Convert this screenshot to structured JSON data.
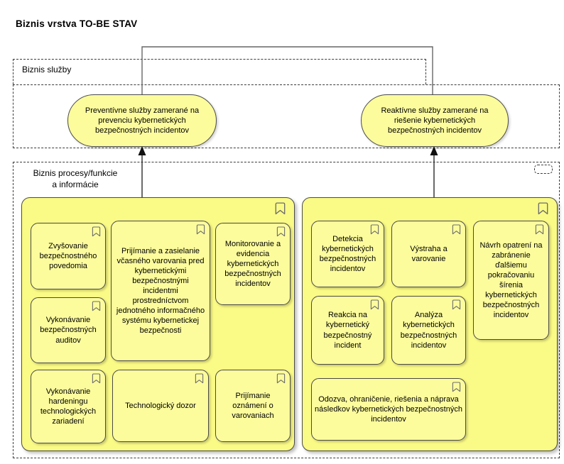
{
  "page_title": "Biznis vrstva TO-BE STAV",
  "colors": {
    "shape_fill": "#FCFC9D",
    "group_fill": "#FAFA86",
    "shape_border": "#4A4A4A",
    "connector": "#666666"
  },
  "icons": {
    "process_badge": "bookmark-icon",
    "grouping_badge": "dashed-rounded-rect-icon"
  },
  "services_layer": {
    "label": "Biznis služby",
    "services": [
      {
        "label": "Preventívne služby zamerané na prevenciu kybernetických bezpečnostných incidentov"
      },
      {
        "label": "Reaktívne služby zamerané na riešenie kybernetických bezpečnostných incidentov"
      }
    ]
  },
  "processes_layer": {
    "label": "Biznis procesy/funkcie\na informácie",
    "groups": [
      {
        "name": "preventive-processes",
        "processes": [
          {
            "label": "Zvyšovanie bezpečnostného povedomia"
          },
          {
            "label": "Prijímanie a zasielanie včasného varovania pred kybernetickými bezpečnostnými incidentmi prostredníctvom jednotného informačného systému kybernetickej bezpečnosti"
          },
          {
            "label": "Monitorovanie a evidencia kybernetických bezpečnostných incidentov"
          },
          {
            "label": "Vykonávanie bezpečnostných auditov"
          },
          {
            "label": "Vykonávanie hardeningu technologických zariadení"
          },
          {
            "label": "Technologický dozor"
          },
          {
            "label": "Prijímanie oznámení o varovaniach"
          }
        ]
      },
      {
        "name": "reactive-processes",
        "processes": [
          {
            "label": "Detekcia kybernetických bezpečnostných incidentov"
          },
          {
            "label": "Výstraha a varovanie"
          },
          {
            "label": "Návrh opatrení na zabránenie ďalšiemu pokračovaniu šírenia kybernetických bezpečnostných incidentov"
          },
          {
            "label": "Reakcia na kybernetický bezpečnostný incident"
          },
          {
            "label": "Analýza kybernetických bezpečnostných incidentov"
          },
          {
            "label": "Odozva, ohraničenie, riešenia a náprava následkov kybernetických bezpečnostných incidentov"
          }
        ]
      }
    ]
  }
}
